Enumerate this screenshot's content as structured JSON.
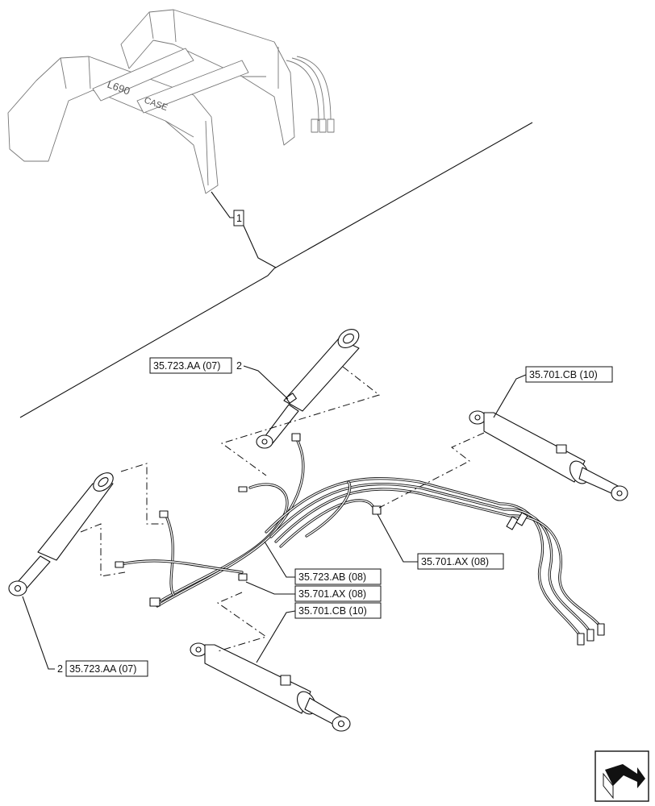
{
  "loader": {
    "model_text": "L690",
    "brand_text": "CASE"
  },
  "callouts": {
    "item_1": "1",
    "cyl_upper_ref": "35.723.AA (07)",
    "cyl_upper_num": "2",
    "cyl_lower_ref": "35.723.AA (07)",
    "cyl_lower_num": "2",
    "bucket_cyl_right_ref": "35.701.CB (10)",
    "bucket_cyl_lower_ref": "35.701.CB (10)",
    "hose_ref": "35.723.AB (08)",
    "fitting_left_ref": "35.701.AX (08)",
    "fitting_right_ref": "35.701.AX (08)"
  },
  "nav": {
    "icon": "page-turn-arrow-icon"
  }
}
